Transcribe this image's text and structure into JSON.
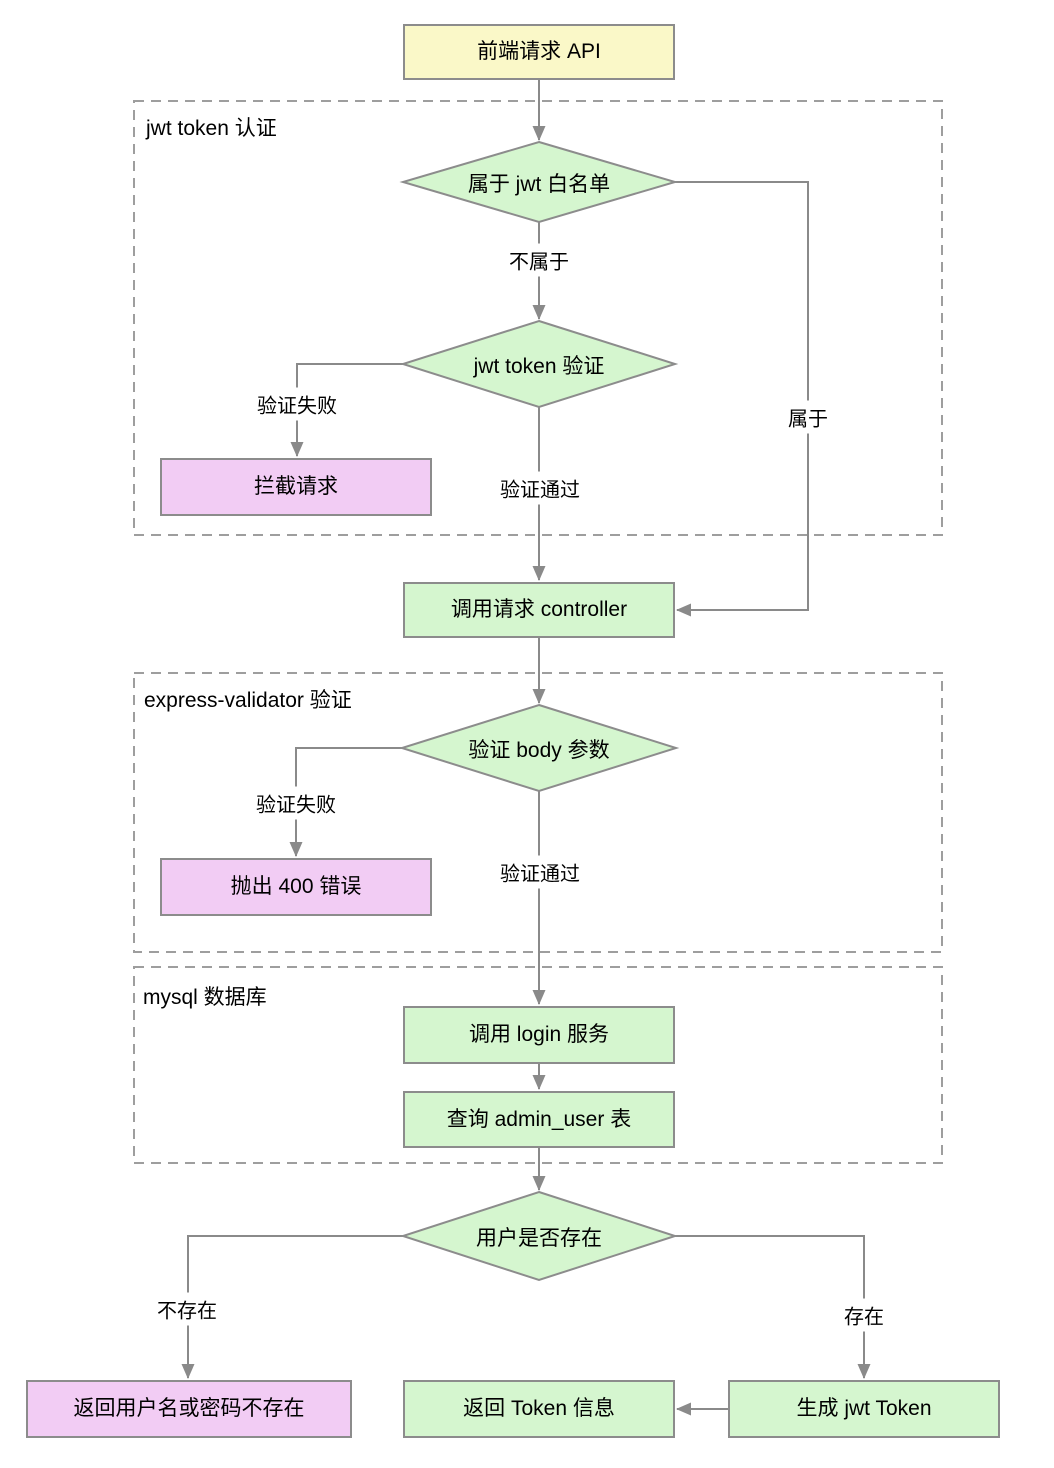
{
  "diagram": {
    "groups": [
      {
        "id": "jwt-auth",
        "label": "jwt token 认证"
      },
      {
        "id": "express-validator",
        "label": "express-validator 验证"
      },
      {
        "id": "mysql",
        "label": "mysql 数据库"
      }
    ],
    "nodes": {
      "frontend_request_api": "前端请求 API",
      "whitelist_decision": "属于 jwt 白名单",
      "jwt_token_verify": "jwt token 验证",
      "block_request": "拦截请求",
      "call_controller": "调用请求 controller",
      "validate_body_params": "验证 body 参数",
      "throw_400_error": "抛出 400 错误",
      "call_login_service": "调用 login 服务",
      "query_admin_user_table": "查询 admin_user 表",
      "user_exists": "用户是否存在",
      "return_user_or_password_not_exist": "返回用户名或密码不存在",
      "generate_jwt_token": "生成 jwt Token",
      "return_token_info": "返回 Token 信息"
    },
    "edge_labels": {
      "not_belong": "不属于",
      "belong": "属于",
      "verify_fail_jwt": "验证失败",
      "verify_pass_jwt": "验证通过",
      "verify_fail_body": "验证失败",
      "verify_pass_body": "验证通过",
      "not_exist": "不存在",
      "exist": "存在"
    },
    "colors": {
      "start_fill": "#FAF8C8",
      "process_fill": "#D5F6CF",
      "error_fill": "#F2CCF4",
      "node_border": "#8C8C8C",
      "line": "#8A8A8A",
      "group_border": "#9E9E9E",
      "text": "#000000",
      "background": "#FFFFFF"
    }
  }
}
